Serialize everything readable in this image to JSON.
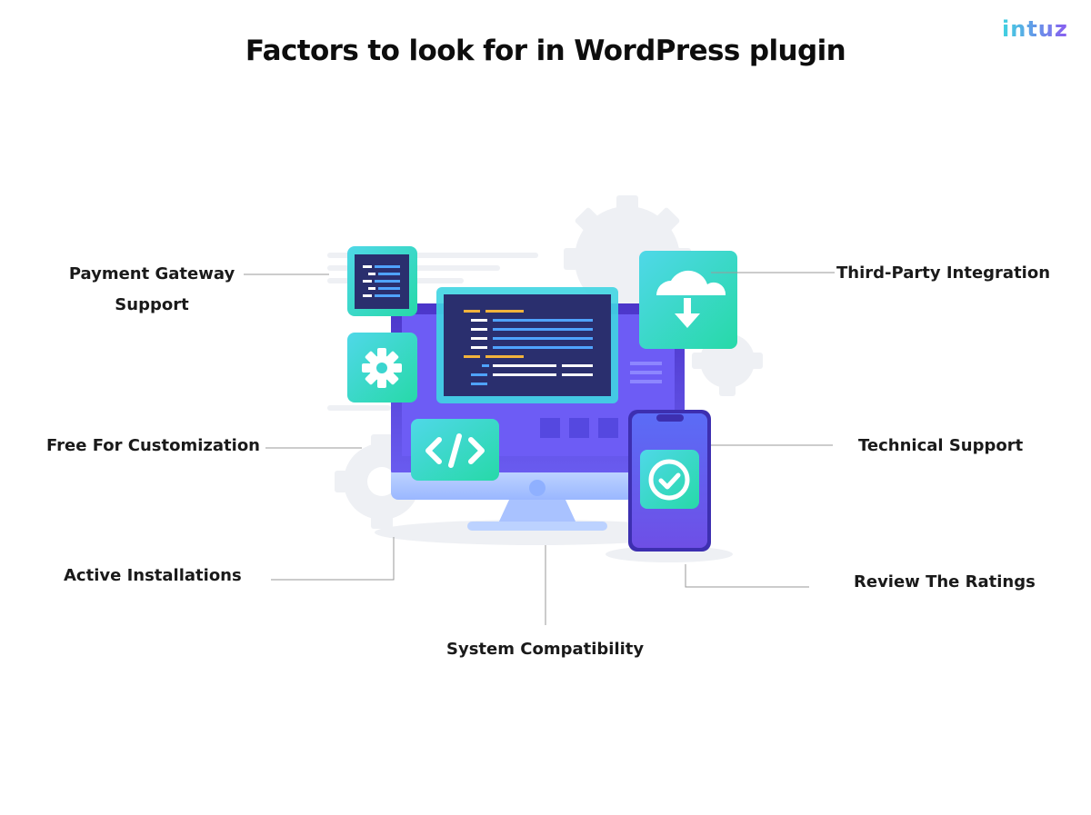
{
  "title": "Factors to look for in WordPress plugin",
  "logo": {
    "text": "intuz"
  },
  "factors": [
    {
      "id": "payment",
      "label": "Payment Gateway Support"
    },
    {
      "id": "third-party",
      "label": "Third-Party Integration"
    },
    {
      "id": "customization",
      "label": "Free For Customization"
    },
    {
      "id": "technical",
      "label": "Technical Support"
    },
    {
      "id": "installs",
      "label": "Active Installations"
    },
    {
      "id": "ratings",
      "label": "Review The Ratings"
    },
    {
      "id": "compatibility",
      "label": "System Compatibility"
    }
  ],
  "colors": {
    "accent_teal": "#2fd6c3",
    "accent_blue": "#5a7cff",
    "screen_dark": "#2a2f6e",
    "monitor_purple": "#5b3fd6",
    "gear_gray": "#eceff3",
    "connector": "#9a9a9a"
  },
  "icons": [
    "code-document-icon",
    "gear-icon",
    "cloud-download-icon",
    "code-brackets-icon",
    "checkmark-icon",
    "monitor-icon",
    "smartphone-icon"
  ]
}
